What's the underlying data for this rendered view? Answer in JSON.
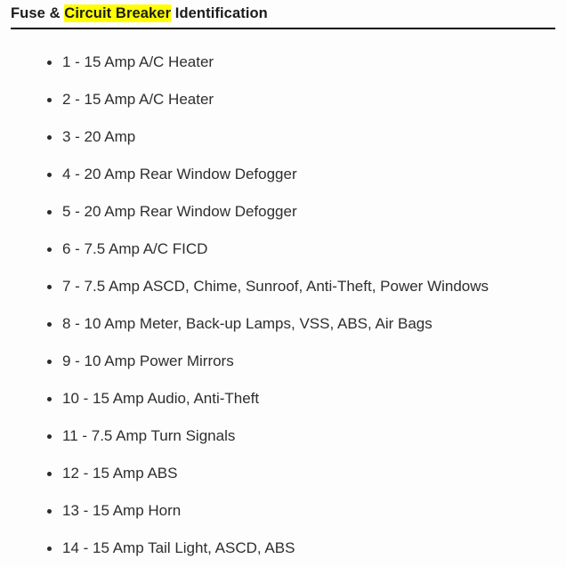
{
  "document": {
    "title_prefix": "Fuse & ",
    "title_highlight": "Circuit Breaker",
    "title_suffix": " Identification",
    "highlight_color": "#ffff00",
    "rule_color": "#111111",
    "background_color": "#fdfdfd",
    "text_color": "#2e2e2e"
  },
  "fuse_list": {
    "items": [
      {
        "label": "1 - 15 Amp A/C Heater"
      },
      {
        "label": "2 - 15 Amp A/C Heater"
      },
      {
        "label": "3 - 20 Amp"
      },
      {
        "label": "4 - 20 Amp Rear Window Defogger"
      },
      {
        "label": "5 - 20 Amp Rear Window Defogger"
      },
      {
        "label": "6 - 7.5 Amp A/C FICD"
      },
      {
        "label": "7 - 7.5 Amp ASCD, Chime, Sunroof, Anti-Theft, Power Windows"
      },
      {
        "label": "8 - 10 Amp Meter, Back-up Lamps, VSS, ABS, Air Bags"
      },
      {
        "label": "9 - 10 Amp Power Mirrors"
      },
      {
        "label": "10 - 15 Amp Audio, Anti-Theft"
      },
      {
        "label": "11 - 7.5 Amp Turn Signals"
      },
      {
        "label": "12 - 15 Amp ABS"
      },
      {
        "label": "13 - 15 Amp Horn"
      },
      {
        "label": "14 - 15 Amp Tail Light, ASCD, ABS"
      }
    ]
  }
}
